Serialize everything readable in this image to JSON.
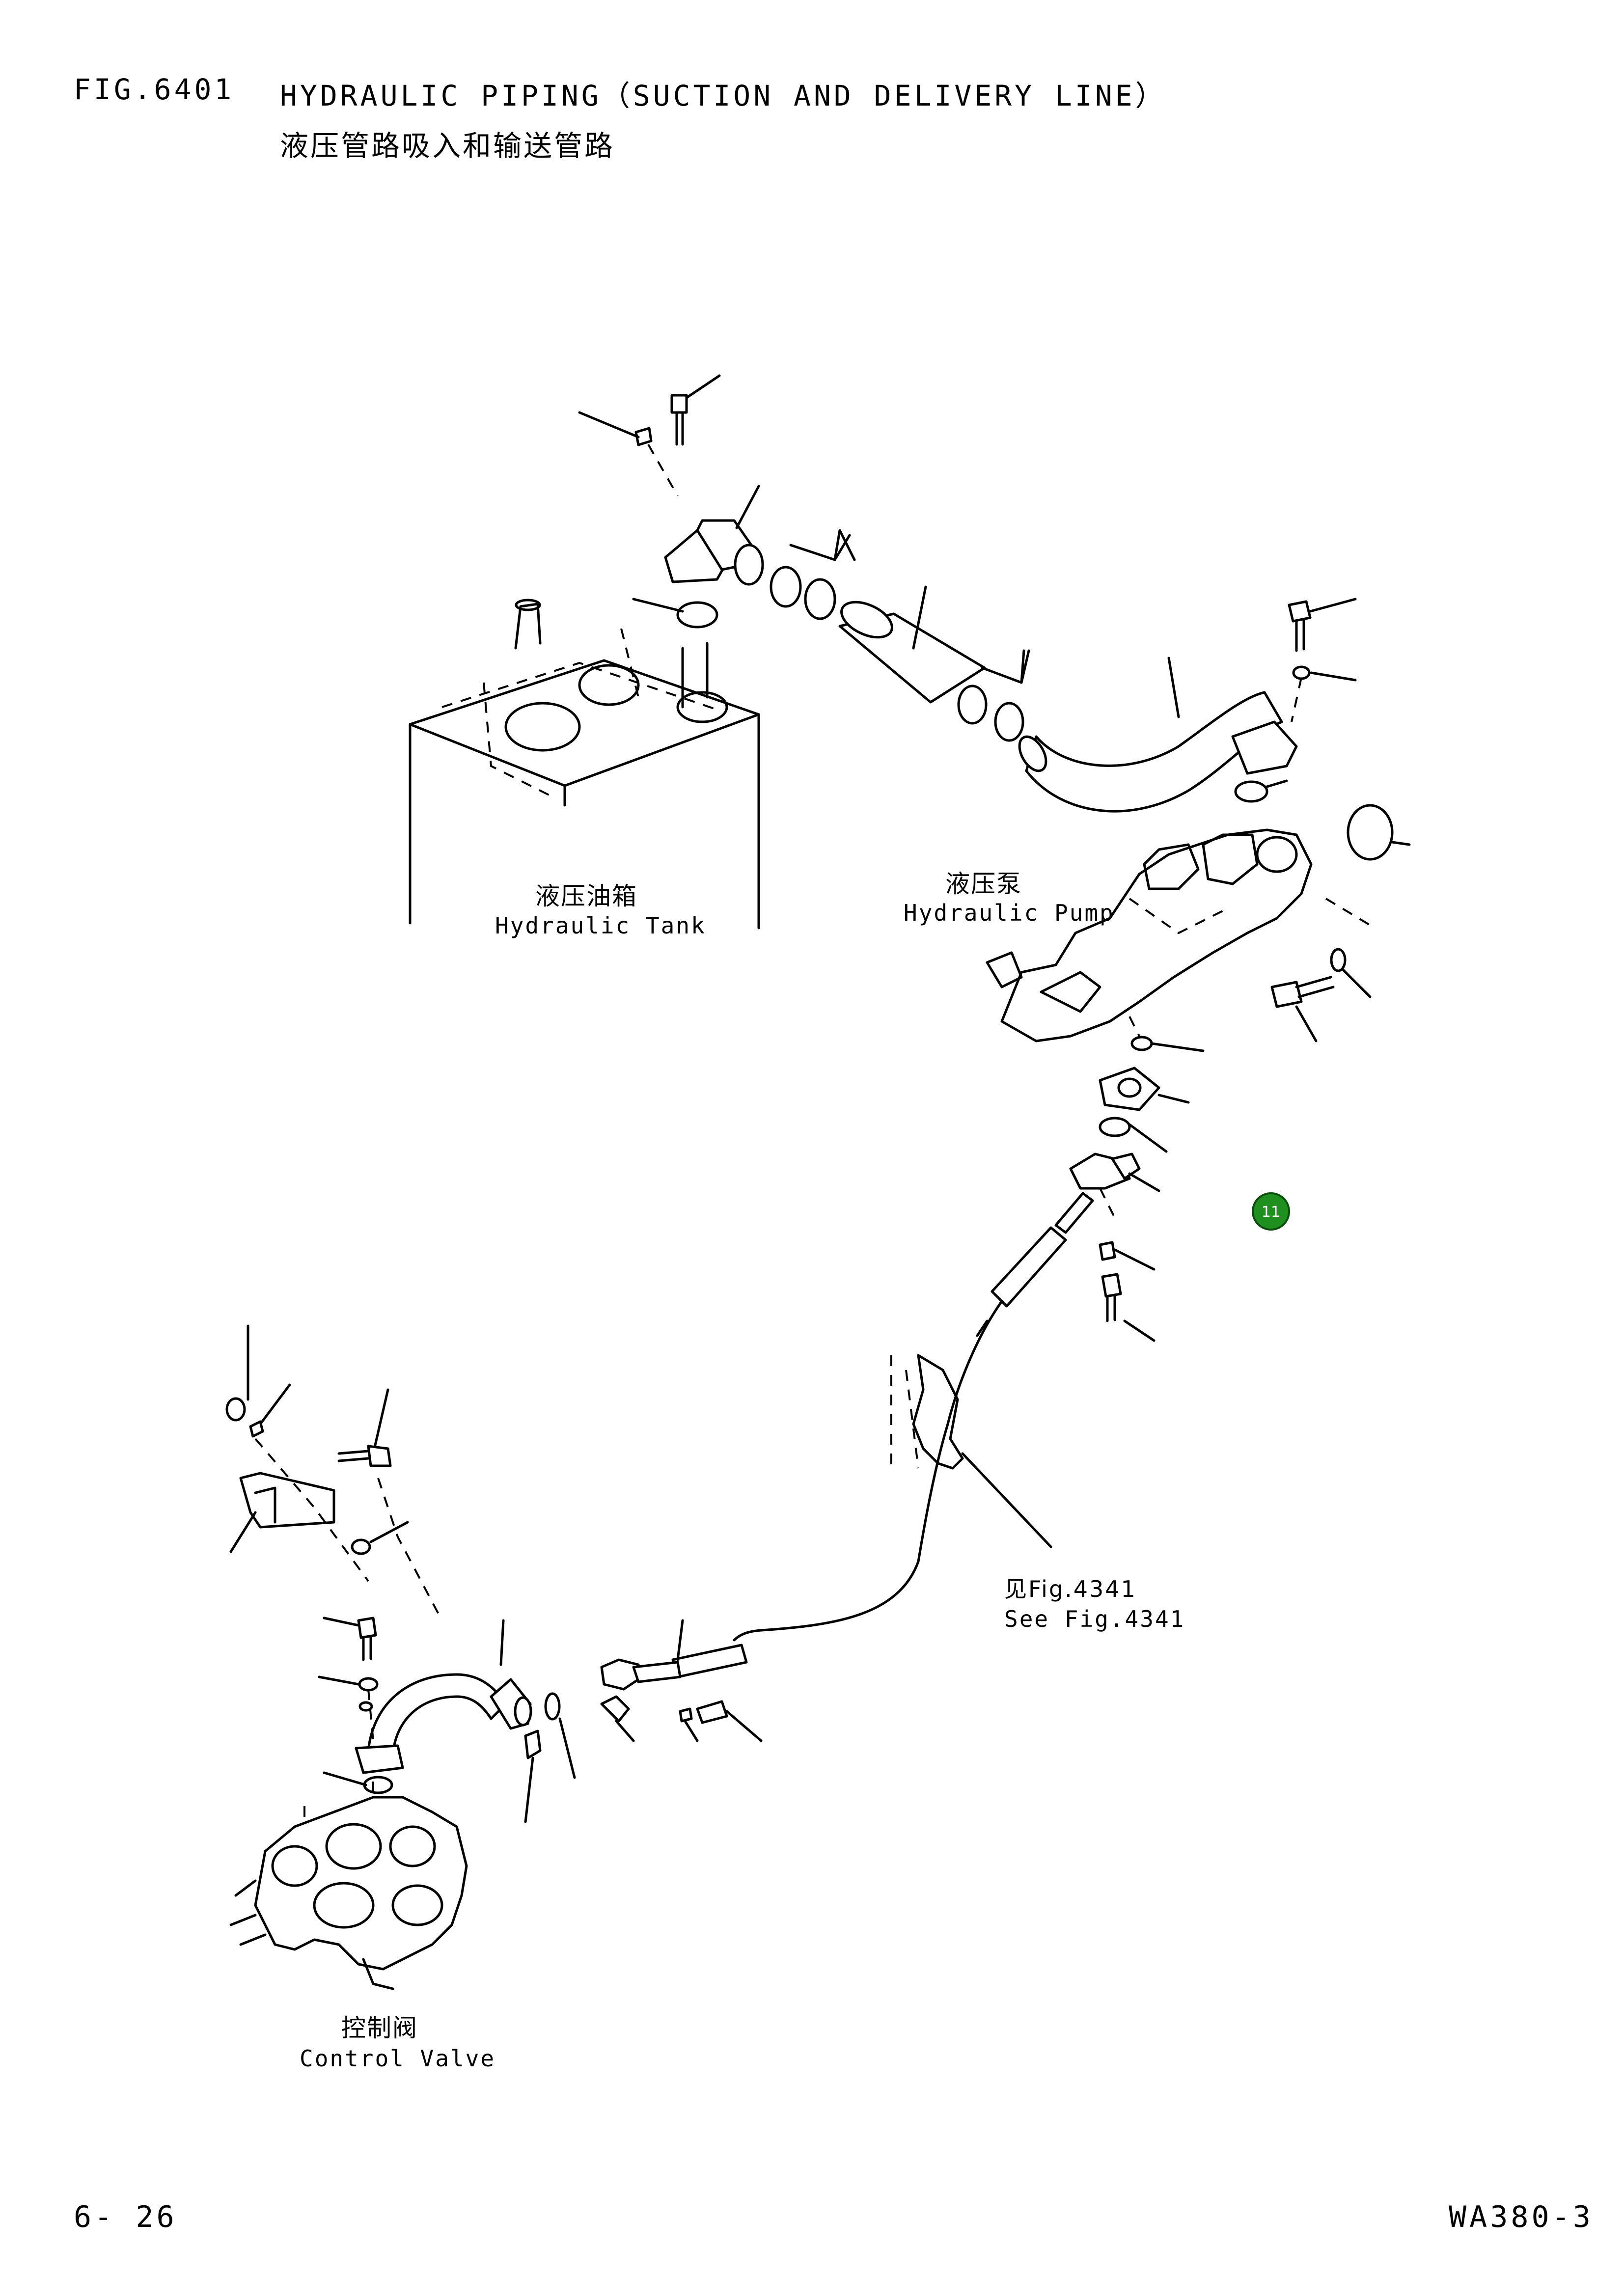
{
  "header": {
    "fig_number": "FIG.6401",
    "title_en": "HYDRAULIC PIPING（SUCTION AND DELIVERY LINE）",
    "title_zh": "液压管路吸入和输送管路"
  },
  "labels": {
    "hydraulic_tank": {
      "zh": "液压油箱",
      "en": "Hydraulic Tank"
    },
    "hydraulic_pump": {
      "zh": "液压泵",
      "en": "Hydraulic Pump"
    },
    "control_valve": {
      "zh": "控制阀",
      "en": "Control Valve"
    },
    "reference": {
      "zh": "见Fig.4341",
      "en": "See Fig.4341"
    }
  },
  "badge": {
    "number": "11",
    "color": "#1f8f1f"
  },
  "footer": {
    "page_number": "6- 26",
    "model": "WA380-3"
  }
}
